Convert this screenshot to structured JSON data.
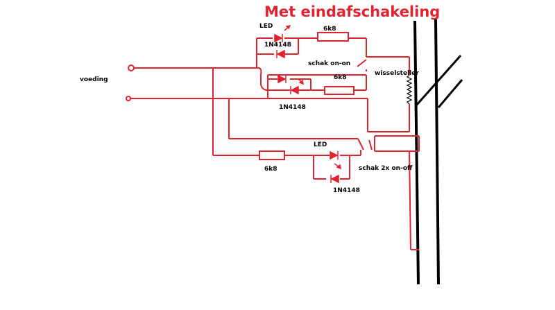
{
  "title": "Met eindafschakeling",
  "colors": {
    "wire": "#e0232e",
    "rail": "#000000",
    "text": "#000000",
    "title": "#e0232e"
  },
  "labels": {
    "led_top": "LED",
    "res_top": "6k8",
    "diode_top": "1N4148",
    "switch_top": "schak on-on",
    "res_mid": "6k8",
    "turnout": "wisselsteller",
    "diode_mid": "1N4148",
    "supply": "voeding",
    "led_bottom": "LED",
    "res_bottom": "6k8",
    "switch_bottom": "schak 2x on-off",
    "diode_bottom": "1N4148"
  }
}
